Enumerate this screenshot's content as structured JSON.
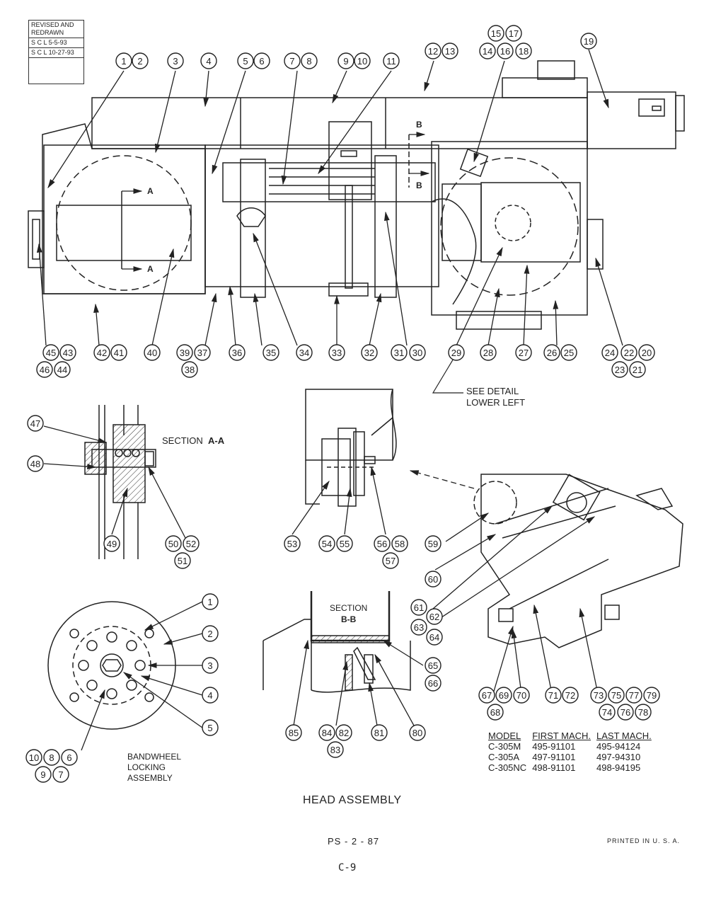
{
  "revision_block": {
    "line1": "REVISED AND",
    "line2": "REDRAWN",
    "entry1": "S C L  5-5-93",
    "entry2": "S C L  10-27-93"
  },
  "callouts_top": [
    "1",
    "2",
    "3",
    "4",
    "5",
    "6",
    "7",
    "8",
    "9",
    "10",
    "11",
    "12",
    "13",
    "15",
    "17",
    "14",
    "16",
    "18",
    "19"
  ],
  "callouts_bottom_row": [
    "45",
    "43",
    "46",
    "44",
    "42",
    "41",
    "40",
    "39",
    "37",
    "38",
    "36",
    "35",
    "34",
    "33",
    "32",
    "31",
    "30",
    "29",
    "28",
    "27",
    "26",
    "25",
    "24",
    "22",
    "20",
    "23",
    "21"
  ],
  "section_aa": {
    "label": "SECTION",
    "id": "A-A",
    "callouts": [
      "47",
      "48",
      "49",
      "50",
      "52",
      "51"
    ]
  },
  "detail_callouts": [
    "53",
    "54",
    "55",
    "56",
    "58",
    "57",
    "59",
    "60"
  ],
  "see_detail": {
    "line1": "SEE DETAIL",
    "line2": "LOWER LEFT"
  },
  "section_bb": {
    "label": "SECTION",
    "id": "B-B",
    "callouts": [
      "85",
      "84",
      "82",
      "83",
      "81",
      "80",
      "65",
      "66"
    ]
  },
  "right_assembly_callouts": [
    "61",
    "62",
    "63",
    "64",
    "67",
    "69",
    "68",
    "70",
    "71",
    "72",
    "73",
    "75",
    "77",
    "79",
    "74",
    "76",
    "78"
  ],
  "bandwheel": {
    "label_line1": "BANDWHEEL",
    "label_line2": "LOCKING",
    "label_line3": "ASSEMBLY",
    "callouts": [
      "1",
      "2",
      "3",
      "4",
      "5",
      "10",
      "8",
      "6",
      "9",
      "7"
    ]
  },
  "section_markers": {
    "a": "A",
    "b": "B"
  },
  "model_table": {
    "headers": [
      "MODEL",
      "FIRST MACH.",
      "LAST MACH."
    ],
    "rows": [
      [
        "C-305M",
        "495-91101",
        "495-94124"
      ],
      [
        "C-305A",
        "497-91101",
        "497-94310"
      ],
      [
        "C-305NC",
        "498-91101",
        "498-94195"
      ]
    ]
  },
  "title": "HEAD ASSEMBLY",
  "ps_number": "PS - 2 - 87",
  "printed": "PRINTED  IN  U. S. A.",
  "page": "C-9"
}
